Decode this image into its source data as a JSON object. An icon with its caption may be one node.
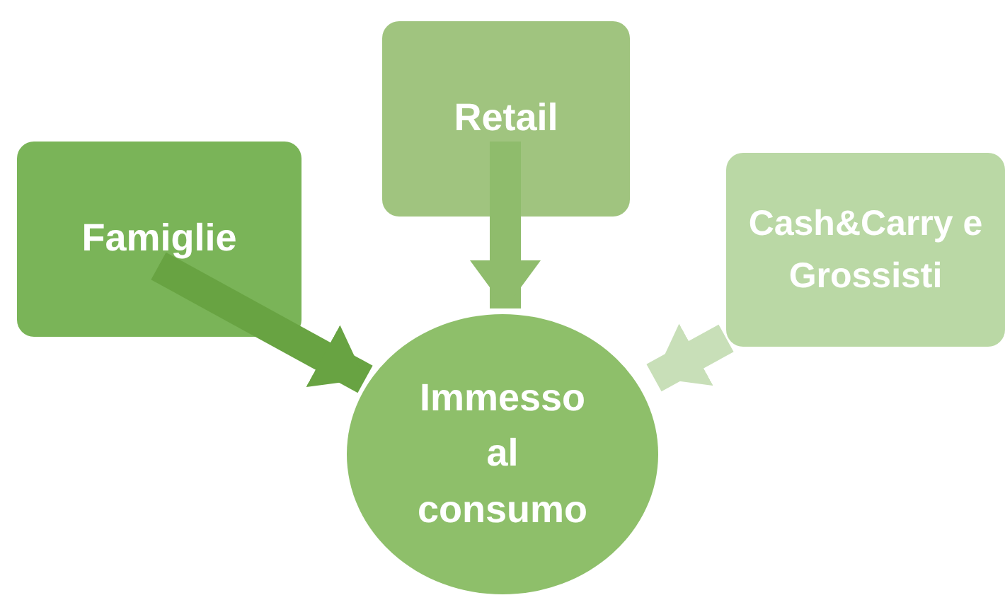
{
  "diagram": {
    "nodes": [
      {
        "text": [
          "Famiglie"
        ]
      },
      {
        "text": [
          "Retail"
        ]
      },
      {
        "text": [
          "Cash&Carry e Grossisti"
        ]
      },
      {
        "text": [
          "Immesso al consumo"
        ]
      }
    ],
    "edges": [
      {
        "from": 0,
        "to": 3,
        "arrow": "to",
        "color": "#68a342"
      },
      {
        "from": 1,
        "to": 3,
        "arrow": "to",
        "color": "#8fbc6c"
      },
      {
        "from": 2,
        "to": 3,
        "arrow": "to",
        "color": "#c8dfb8"
      }
    ]
  }
}
